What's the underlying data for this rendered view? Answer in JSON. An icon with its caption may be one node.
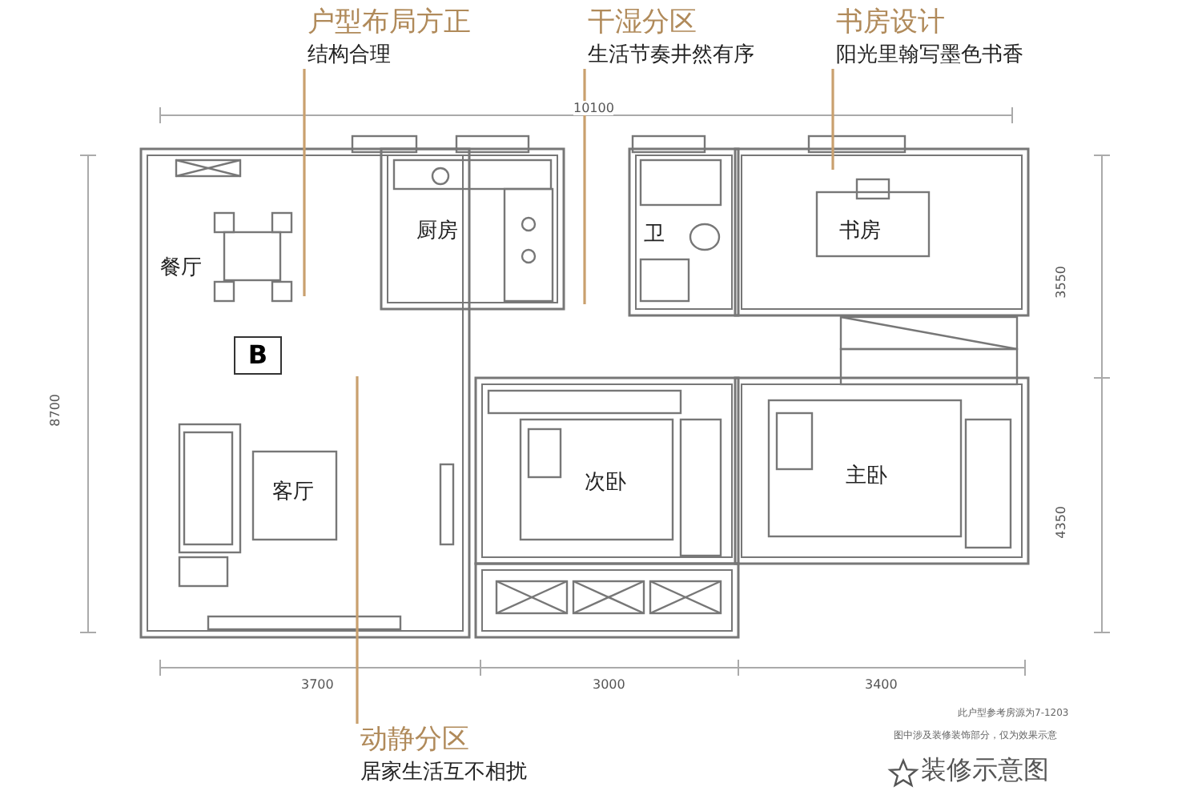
{
  "diagram": {
    "nodes": [
      {
        "text": [
          "户型布局方正",
          "结构合理"
        ]
      },
      {
        "text": [
          "干湿分区",
          "生活节奏井然有序"
        ]
      },
      {
        "text": [
          "书房设计",
          "阳光里翰写墨色书香"
        ]
      },
      {
        "text": [
          "B"
        ]
      },
      {
        "text": [
          "动静分区",
          "居家生活互不相扰"
        ]
      }
    ],
    "edges": [
      {
        "from": 0,
        "to": null,
        "arrow": "none"
      },
      {
        "from": 1,
        "to": null,
        "arrow": "none"
      },
      {
        "from": 2,
        "to": null,
        "arrow": "none"
      },
      {
        "from": 4,
        "to": null,
        "arrow": "none"
      }
    ],
    "labels": [
      "10100",
      "餐厅",
      "厨房",
      "卫",
      "书房",
      "3550",
      "8700",
      "客厅",
      "次卧",
      "主卧",
      "4350",
      "3700",
      "3000",
      "3400",
      "此户型参考房源为7-1203",
      "图中涉及装修装饰部分，仅为效果示意",
      "装修示意图"
    ]
  }
}
